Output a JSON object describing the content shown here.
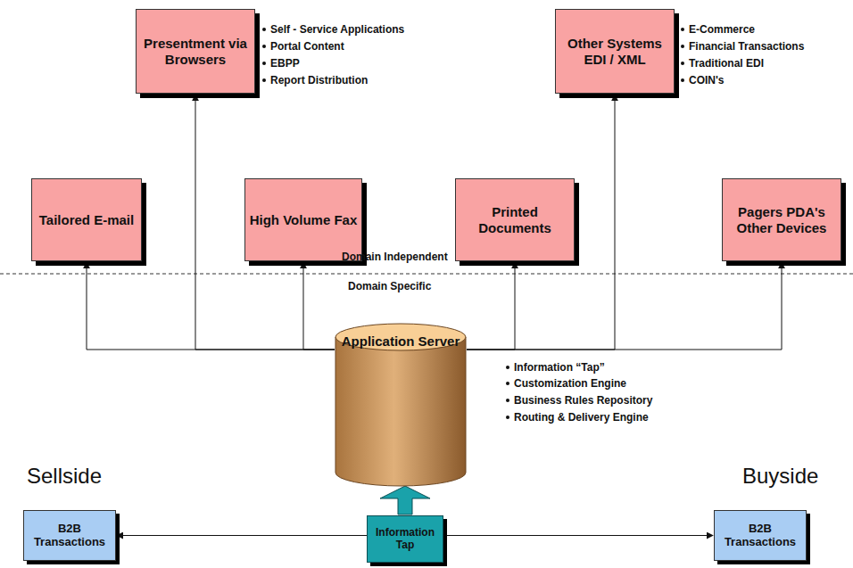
{
  "diagram": {
    "nodes": [
      {
        "text": [
          "Presentment via Browsers"
        ]
      },
      {
        "text": [
          "Other Systems EDI / XML"
        ]
      },
      {
        "text": [
          "Tailored E-mail"
        ]
      },
      {
        "text": [
          "High Volume Fax"
        ]
      },
      {
        "text": [
          "Printed Documents"
        ]
      },
      {
        "text": [
          "Pagers PDA's Other Devices"
        ]
      },
      {
        "text": [
          "Application Server"
        ]
      },
      {
        "text": [
          "B2B Transactions"
        ]
      },
      {
        "text": [
          "Information Tap"
        ]
      },
      {
        "text": [
          "B2B Transactions"
        ]
      }
    ],
    "edges": [
      {
        "from": 6,
        "to": 2,
        "arrow": "to"
      },
      {
        "from": 6,
        "to": 0,
        "arrow": "to"
      },
      {
        "from": 6,
        "to": 3,
        "arrow": "to"
      },
      {
        "from": 6,
        "to": 4,
        "arrow": "to"
      },
      {
        "from": 6,
        "to": 1,
        "arrow": "to"
      },
      {
        "from": 6,
        "to": 5,
        "arrow": "to"
      },
      {
        "from": 8,
        "to": 6,
        "arrow": "to"
      },
      {
        "from": 7,
        "to": 9,
        "arrow": "both"
      }
    ],
    "labels": [
      "Self - Service Applications",
      "Portal Content",
      "EBPP",
      "Report Distribution",
      "E-Commerce",
      "Financial Transactions",
      "Traditional EDI",
      "COIN's",
      "Domain Independent",
      "Domain Specific",
      "Information “Tap”",
      "Customization Engine",
      "Business Rules Repository",
      "Routing & Delivery Engine",
      "Sellside",
      "Buyside"
    ]
  }
}
